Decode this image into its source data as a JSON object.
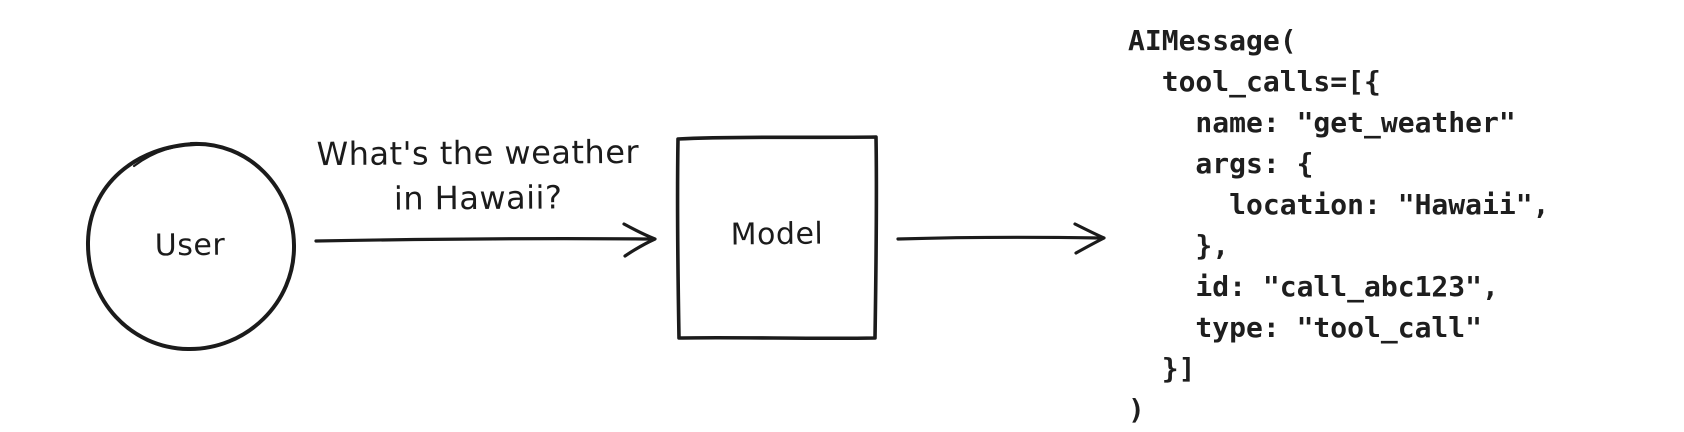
{
  "diagram": {
    "user_node": {
      "label": "User",
      "shape": "circle"
    },
    "model_node": {
      "label": "Model",
      "shape": "square"
    },
    "user_message": {
      "line1": "What's the weather",
      "line2": "in Hawaii?"
    },
    "code_block": {
      "lines": [
        "AIMessage(",
        "  tool_calls=[{",
        "    name: \"get_weather\"",
        "    args: {",
        "      location: \"Hawaii\",",
        "    },",
        "    id: \"call_abc123\",",
        "    type: \"tool_call\"",
        "  }]",
        ")"
      ]
    },
    "colors": {
      "ink": "#1b1b1b",
      "background": "#ffffff"
    }
  }
}
